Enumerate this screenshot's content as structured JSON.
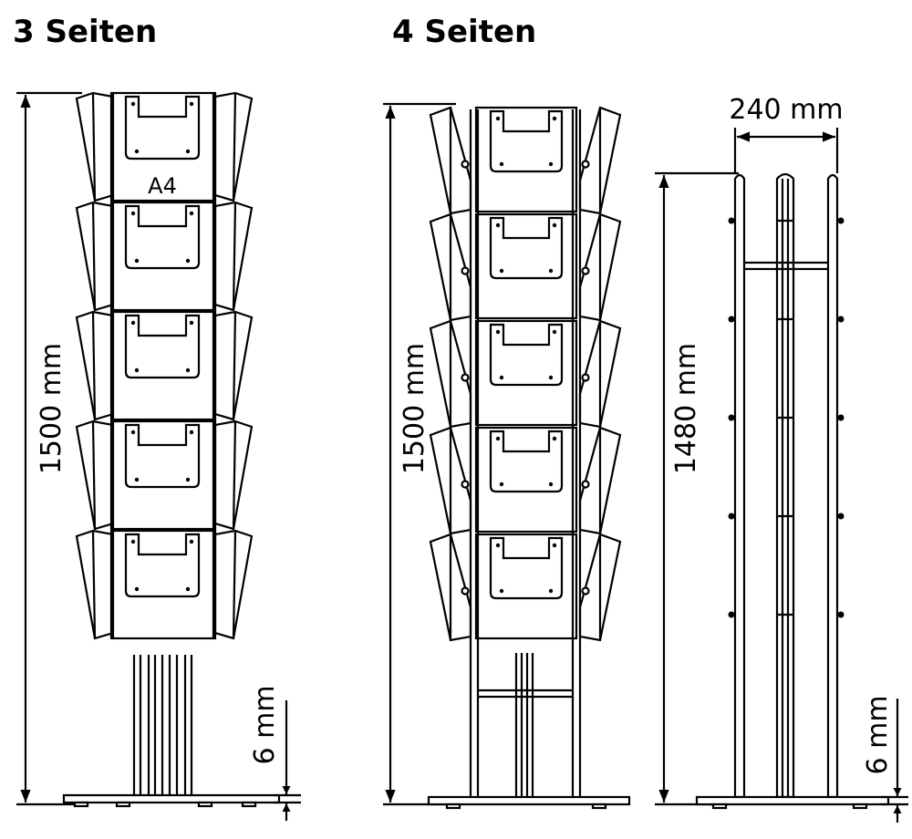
{
  "titles": {
    "three_sides": "3 Seiten",
    "four_sides": "4 Seiten"
  },
  "labels": {
    "pocket_format": "A4"
  },
  "dimensions": {
    "height_three_sides": "1500 mm",
    "height_four_sides": "1500 mm",
    "height_frame": "1480 mm",
    "width_frame": "240 mm",
    "base_thickness_left": "6 mm",
    "base_thickness_right": "6 mm"
  },
  "counts": {
    "pocket_tiers": 5
  }
}
